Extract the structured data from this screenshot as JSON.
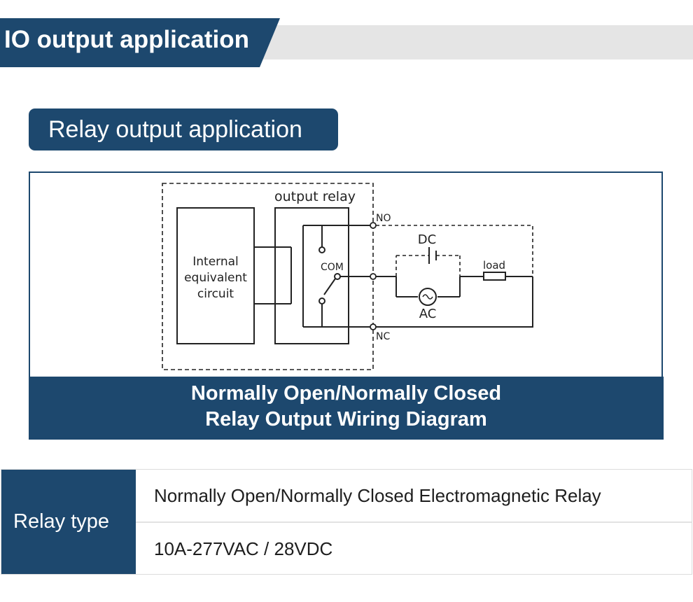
{
  "header": {
    "title": "IO output application",
    "colors": {
      "accent": "#1d486e",
      "strip": "#e5e5e5"
    }
  },
  "subsection": {
    "title": "Relay output application"
  },
  "diagram": {
    "relay_box_label": "output relay",
    "circuit_label_line1": "Internal",
    "circuit_label_line2": "equivalent",
    "circuit_label_line3": "circuit",
    "terminal_no": "NO",
    "terminal_com": "COM",
    "terminal_nc": "NC",
    "source_dc": "DC",
    "source_ac": "AC",
    "load_label": "load"
  },
  "caption": {
    "line1": "Normally Open/Normally Closed",
    "line2": "Relay Output Wiring Diagram"
  },
  "spec_table": {
    "label": "Relay type",
    "rows": [
      "Normally Open/Normally Closed Electromagnetic Relay",
      "10A-277VAC / 28VDC"
    ]
  }
}
